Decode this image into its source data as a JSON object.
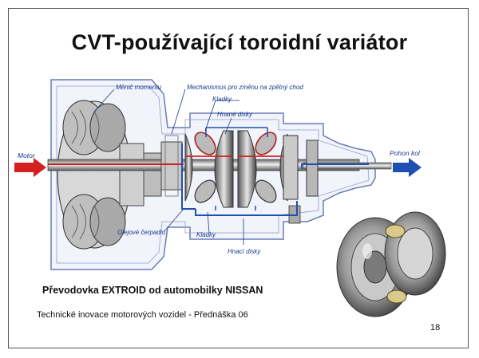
{
  "slide": {
    "title": "CVT-používající toroidní variátor",
    "caption": "Převodovka EXTROID od automobilky NISSAN",
    "footer": "Technické inovace motorových vozidel - Přednáška 06",
    "page_number": "18"
  },
  "diagram": {
    "input_label": "Motor",
    "output_label": "Pohon kol",
    "labels": {
      "torque_converter": "Měnič momentu",
      "reverse_mechanism": "Mechanismus pro změnu na zpětný chod",
      "rollers_top": "Kladky",
      "driven_discs": "Hnané disky",
      "oil_pump": "Olejové čerpadlo",
      "rollers_bottom": "Kladky",
      "driving_discs": "Hnací disky"
    },
    "colors": {
      "input_arrow": "#d42020",
      "output_arrow": "#1f4fb0",
      "callout_lines": "#1a3a8a",
      "housing": "#f2f4fb"
    }
  }
}
